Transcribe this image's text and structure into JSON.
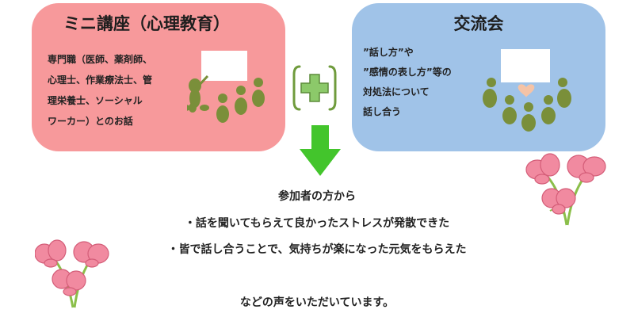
{
  "left_panel": {
    "title": "ミニ講座（心理教育）",
    "lines": [
      "専門職（医師、薬剤師、",
      "心理士、作業療法士、管",
      "理栄養士、ソーシャル",
      "ワーカー）とのお話"
    ]
  },
  "right_panel": {
    "title": "交流会",
    "lines": [
      "”話し方”や",
      "”感情の表し方”等の",
      "対処法について",
      "話し合う"
    ]
  },
  "message": {
    "line1": "参加者の方から",
    "line2": "・話を聞いてもらえて良かったストレスが発散できた",
    "line3": "・皆で話し合うことで、気持ちが楽になった元気をもらえた",
    "line4": "などの声をいただいています。"
  },
  "icons": [
    "plus-icon",
    "down-arrow-icon",
    "lecture-illustration",
    "discussion-illustration",
    "flower-illustration"
  ],
  "colors": {
    "left_panel_bg": "#f7999b",
    "right_panel_bg": "#a0c3e8",
    "plus_green": "#8cc96a",
    "bracket_green": "#6f9b3c",
    "arrow_green": "#43c52c",
    "figure_olive": "#7a8f3a",
    "flower_pink": "#f18aa0"
  }
}
